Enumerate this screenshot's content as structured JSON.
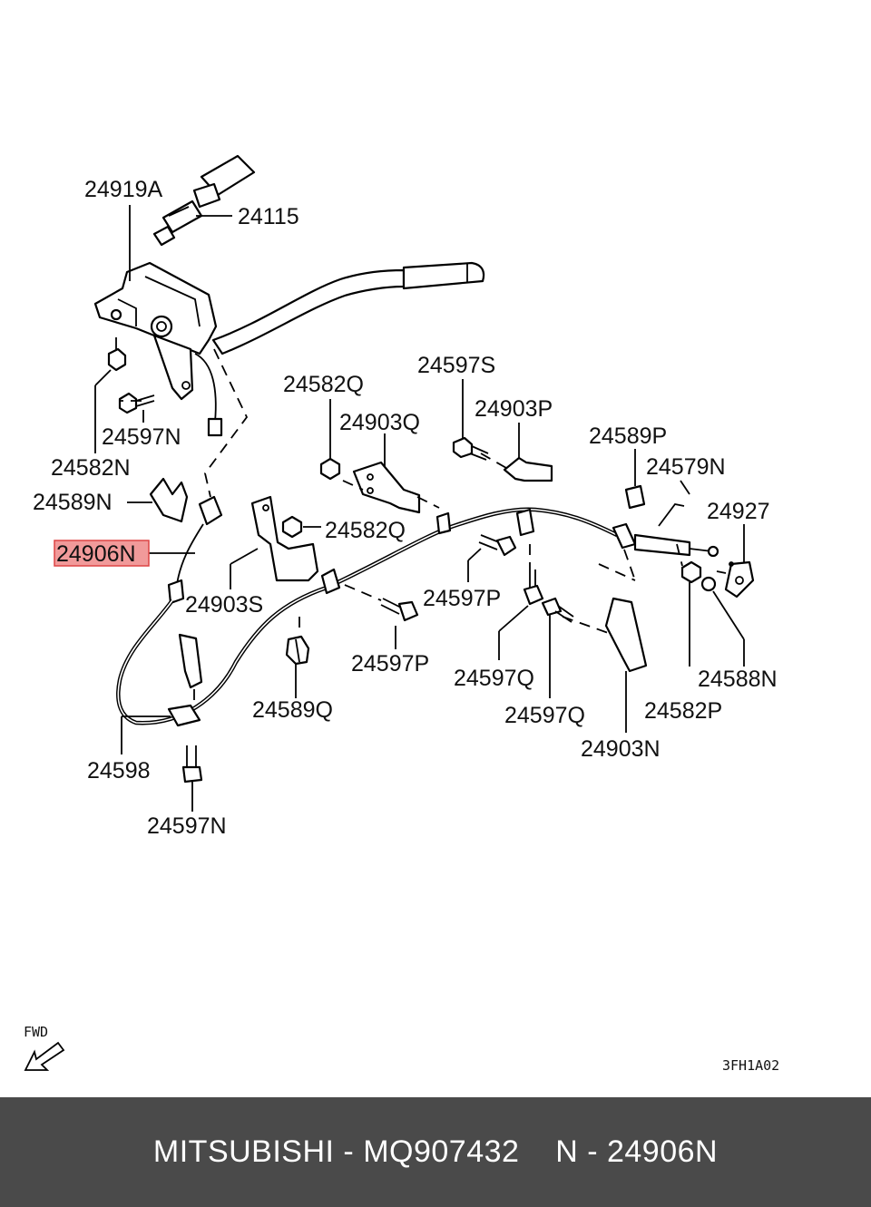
{
  "labels": {
    "l24919A": "24919A",
    "l24115": "24115",
    "l24582N": "24582N",
    "l24597N_top": "24597N",
    "l24589N": "24589N",
    "l24906N": "24906N",
    "l24903S": "24903S",
    "l24582Q_top": "24582Q",
    "l24582Q_mid": "24582Q",
    "l24903Q": "24903Q",
    "l24597S": "24597S",
    "l24903P": "24903P",
    "l24589P": "24589P",
    "l24579N": "24579N",
    "l24927": "24927",
    "l24597P_right": "24597P",
    "l24597P_mid": "24597P",
    "l24597Q_a": "24597Q",
    "l24597Q_b": "24597Q",
    "l24903N": "24903N",
    "l24588N": "24588N",
    "l24582P": "24582P",
    "l24589Q": "24589Q",
    "l24598": "24598",
    "l24597N_bottom": "24597N",
    "fwd": "FWD",
    "diagram_code": "3FH1A02"
  },
  "highlight_color": "#f19a9a",
  "footer": {
    "caption": "MITSUBISHI - MQ907432    N - 24906N",
    "background": "#4a4a4a"
  }
}
